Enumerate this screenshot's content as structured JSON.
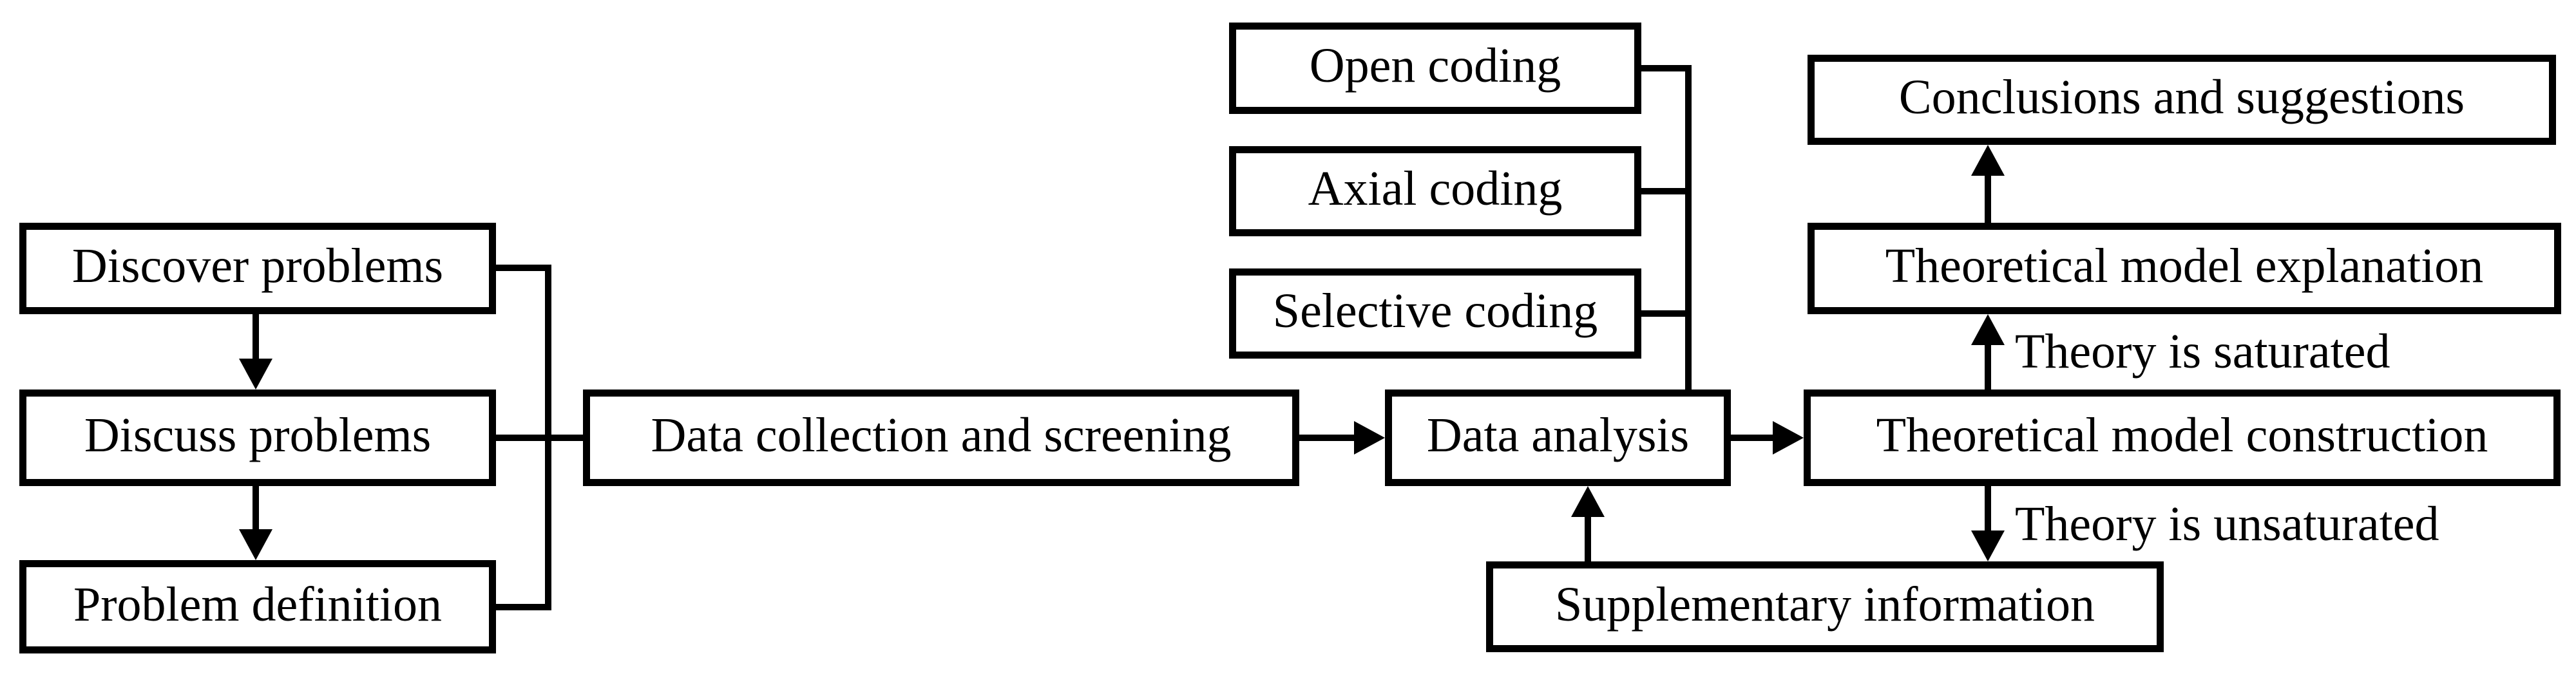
{
  "colors": {
    "line": "#000000",
    "background": "#ffffff",
    "box_fill": "#ffffff",
    "text": "#000000"
  },
  "boxes": {
    "discover": {
      "label": "Discover problems"
    },
    "discuss": {
      "label": "Discuss problems"
    },
    "problem_definition": {
      "label": "Problem definition"
    },
    "data_collection": {
      "label": "Data collection and screening"
    },
    "open_coding": {
      "label": "Open coding"
    },
    "axial_coding": {
      "label": "Axial coding"
    },
    "selective_coding": {
      "label": "Selective coding"
    },
    "data_analysis": {
      "label": "Data analysis"
    },
    "construction": {
      "label": "Theoretical model construction"
    },
    "explanation": {
      "label": "Theoretical model explanation"
    },
    "conclusions": {
      "label": "Conclusions and suggestions"
    },
    "supplementary": {
      "label": "Supplementary information"
    }
  },
  "edge_labels": {
    "saturated": "Theory is saturated",
    "unsaturated": "Theory is unsaturated"
  }
}
